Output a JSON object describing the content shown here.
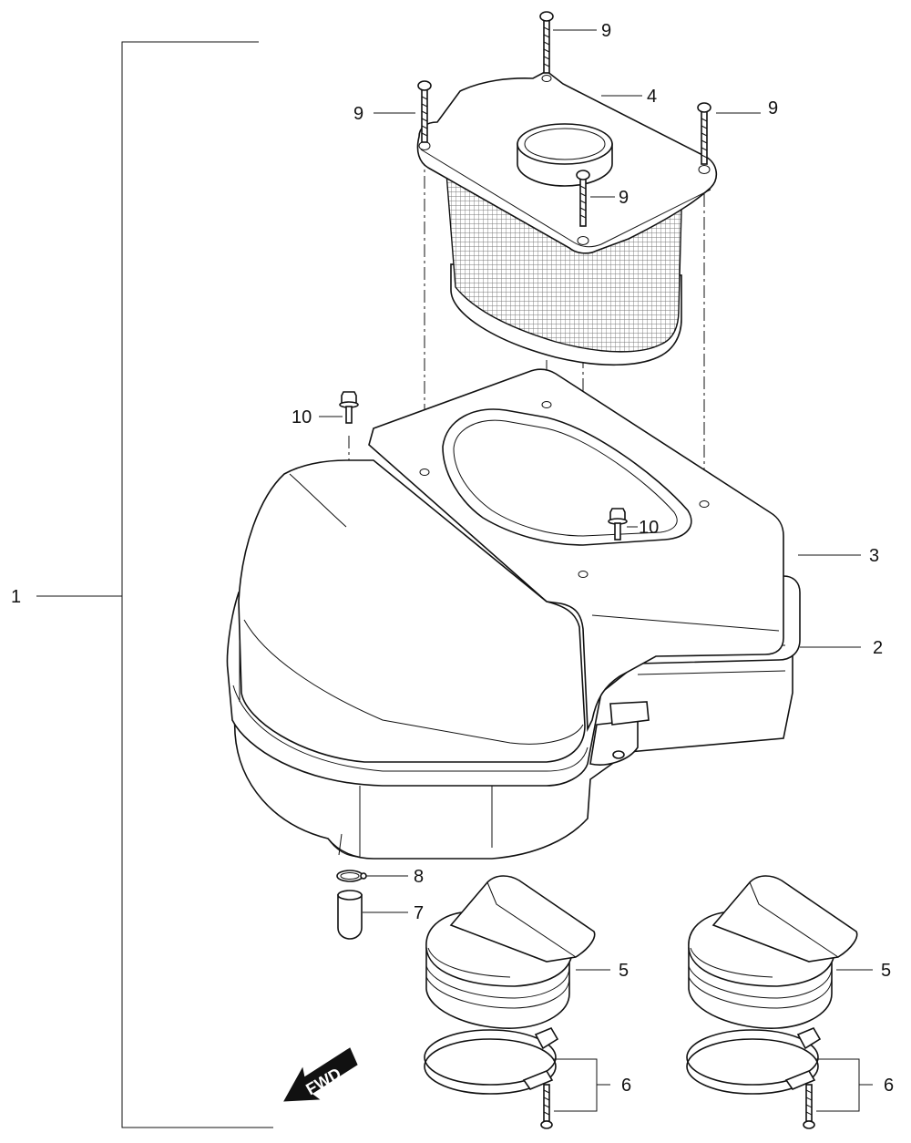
{
  "callouts": {
    "c1": "1",
    "c2": "2",
    "c3": "3",
    "c4": "4",
    "c5a": "5",
    "c5b": "5",
    "c6a": "6",
    "c6b": "6",
    "c7": "7",
    "c8": "8",
    "c9a": "9",
    "c9b": "9",
    "c9c": "9",
    "c9d": "9",
    "c10a": "10",
    "c10b": "10"
  },
  "arrow": {
    "text": "FWD"
  }
}
